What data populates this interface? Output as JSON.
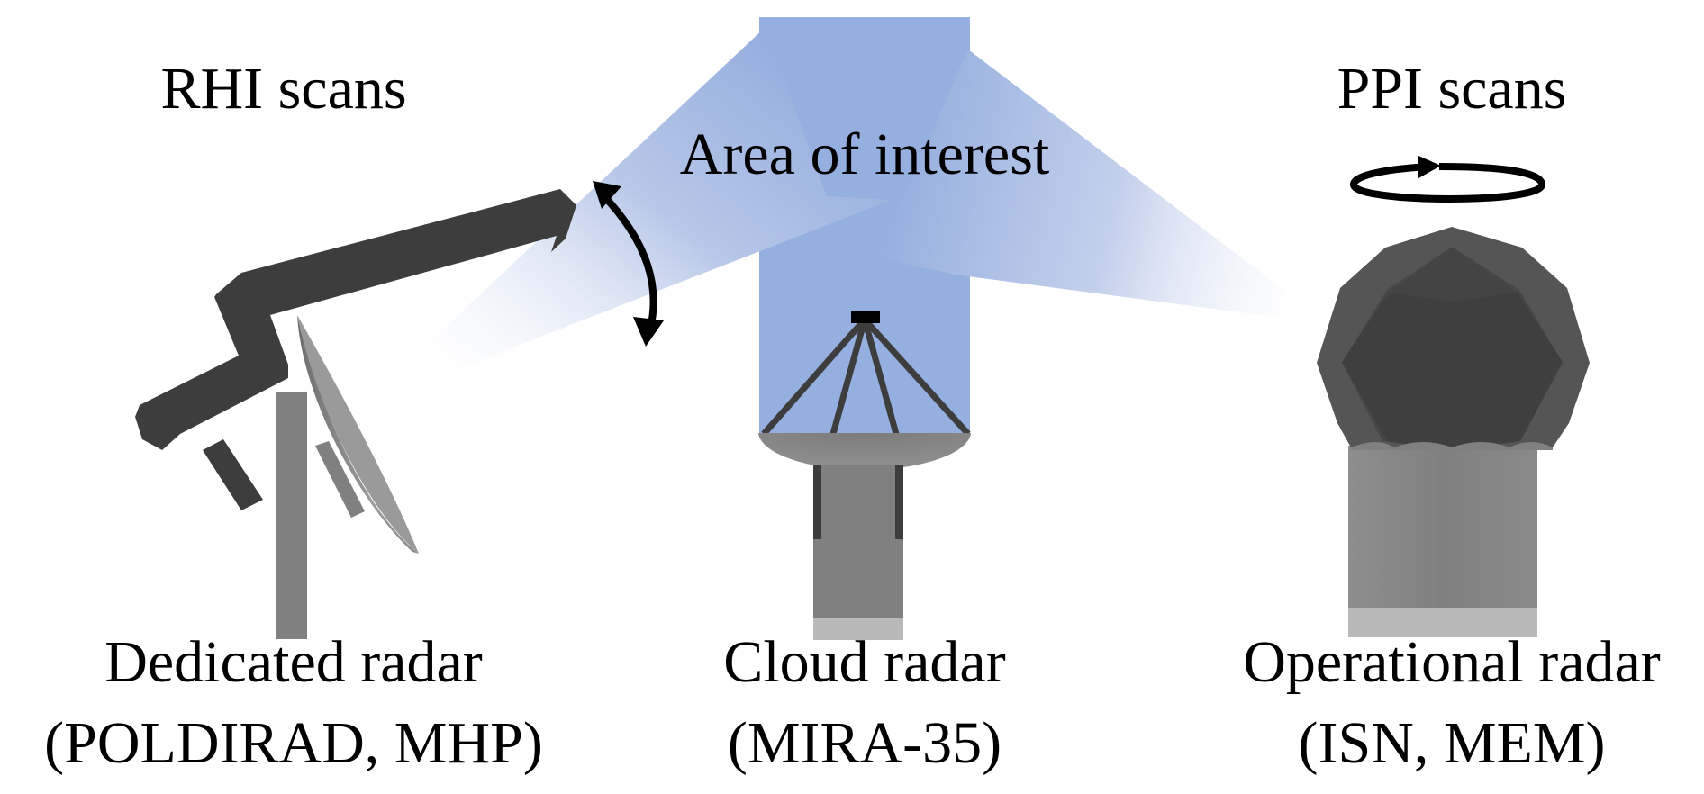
{
  "figure": {
    "title_rhi": "RHI scans",
    "title_ppi": "PPI scans",
    "area_label": "Area of interest",
    "radars": [
      {
        "name": "Dedicated radar",
        "models": "(POLDIRAD, MHP)",
        "scan_mode": "RHI"
      },
      {
        "name": "Cloud radar",
        "models": "(MIRA-35)",
        "scan_mode": "vertical"
      },
      {
        "name": "Operational radar",
        "models": "(ISN, MEM)",
        "scan_mode": "PPI"
      }
    ]
  },
  "colors": {
    "beam": "#95afe0",
    "beam_fade": "#ffffff",
    "dark_gray": "#3d3d3d",
    "mid_gray": "#808080",
    "light_gray": "#b9b9b9",
    "dome_gray": "#555555",
    "arrow": "#000000"
  }
}
